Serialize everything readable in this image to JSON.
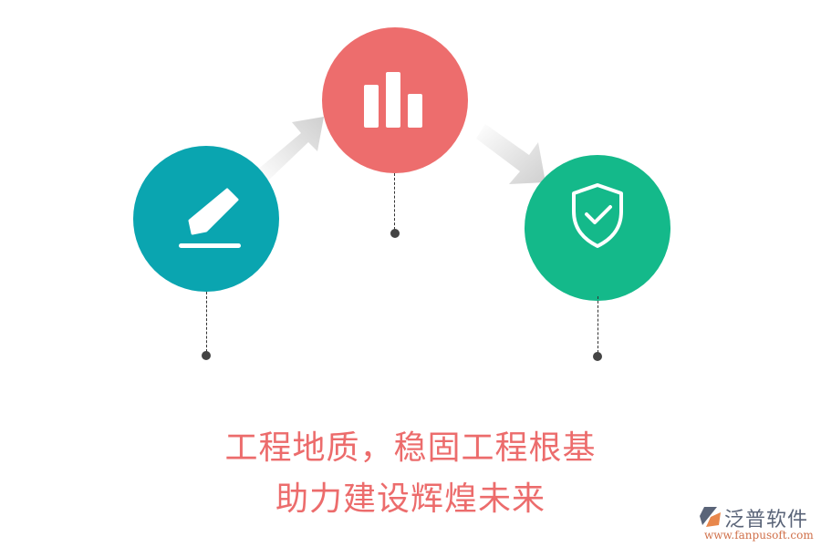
{
  "colors": {
    "step1": "#0aa5b0",
    "step2": "#ed6d6d",
    "step3": "#14b98a",
    "arrow": "#d4d4d4",
    "headline": "#ec6c6c",
    "dot": "#444444"
  },
  "steps": [
    {
      "icon": "edit-icon",
      "color": "#0aa5b0"
    },
    {
      "icon": "bar-chart-icon",
      "color": "#ed6d6d"
    },
    {
      "icon": "shield-check-icon",
      "color": "#14b98a"
    }
  ],
  "headline": {
    "line1": "工程地质，稳固工程根基",
    "line2": "助力建设辉煌未来"
  },
  "logo": {
    "name": "泛普软件",
    "url": "www.fanpusoft.com"
  }
}
